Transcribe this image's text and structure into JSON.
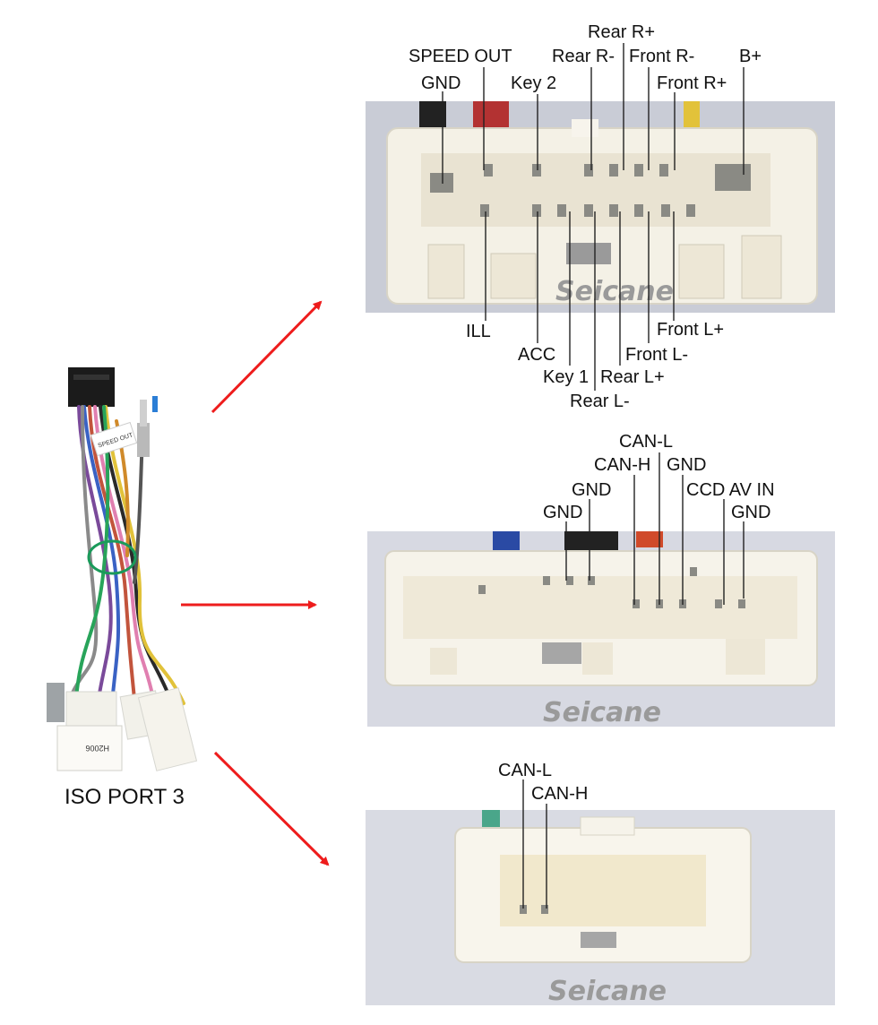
{
  "caption": "ISO PORT 3",
  "watermark": "Seicane",
  "harness_tag": "SPEED OUT",
  "harness_plug_text": "H2006",
  "colors": {
    "arrow": "#ee1c1c",
    "connector": "#f4f1e6",
    "pin": "#8a8a84"
  },
  "connector1": {
    "top_labels": [
      "SPEED OUT",
      "GND",
      "Key 2",
      "Rear R+",
      "Rear R-",
      "Front R-",
      "Front R+",
      "B+"
    ],
    "bottom_labels": [
      "ILL",
      "ACC",
      "Key 1",
      "Rear L-",
      "Rear L+",
      "Front L-",
      "Front L+"
    ]
  },
  "connector2": {
    "top_labels": [
      "CAN-L",
      "CAN-H",
      "GND",
      "GND",
      "GND",
      "CCD AV IN",
      "GND"
    ]
  },
  "connector3": {
    "top_labels": [
      "CAN-L",
      "CAN-H"
    ]
  }
}
